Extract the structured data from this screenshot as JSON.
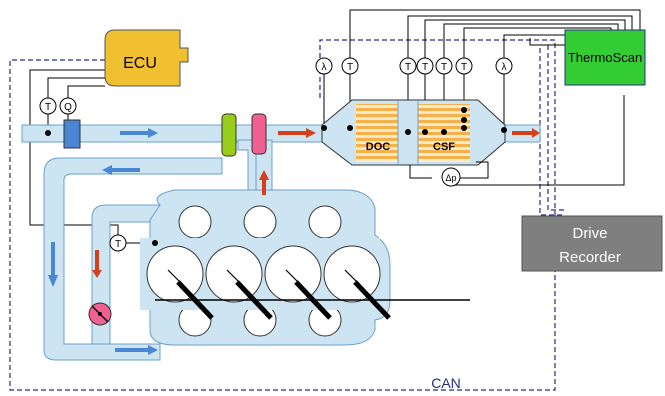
{
  "diagram": {
    "ecu_label": "ECU",
    "thermoscan_label": "ThermoScan",
    "drive_recorder_line1": "Drive",
    "drive_recorder_line2": "Recorder",
    "doc_label": "DOC",
    "csf_label": "CSF",
    "can_label": "CAN",
    "sensor_T": "T",
    "sensor_Q": "Q",
    "sensor_lambda": "λ",
    "sensor_dp": "Δp",
    "colors": {
      "ecu_fill": "#f0c030",
      "thermoscan_fill": "#33cc33",
      "drive_recorder_fill": "#7f7f7f",
      "pipe_fill": "#cde4f2",
      "intake_arrow": "#4a86d4",
      "exhaust_arrow": "#d43f1c",
      "can_bus": "#2b2b8a",
      "throttle": "#9acd1a",
      "egr_valve": "#f06090",
      "doc_stripe": "#f6b04a"
    }
  }
}
